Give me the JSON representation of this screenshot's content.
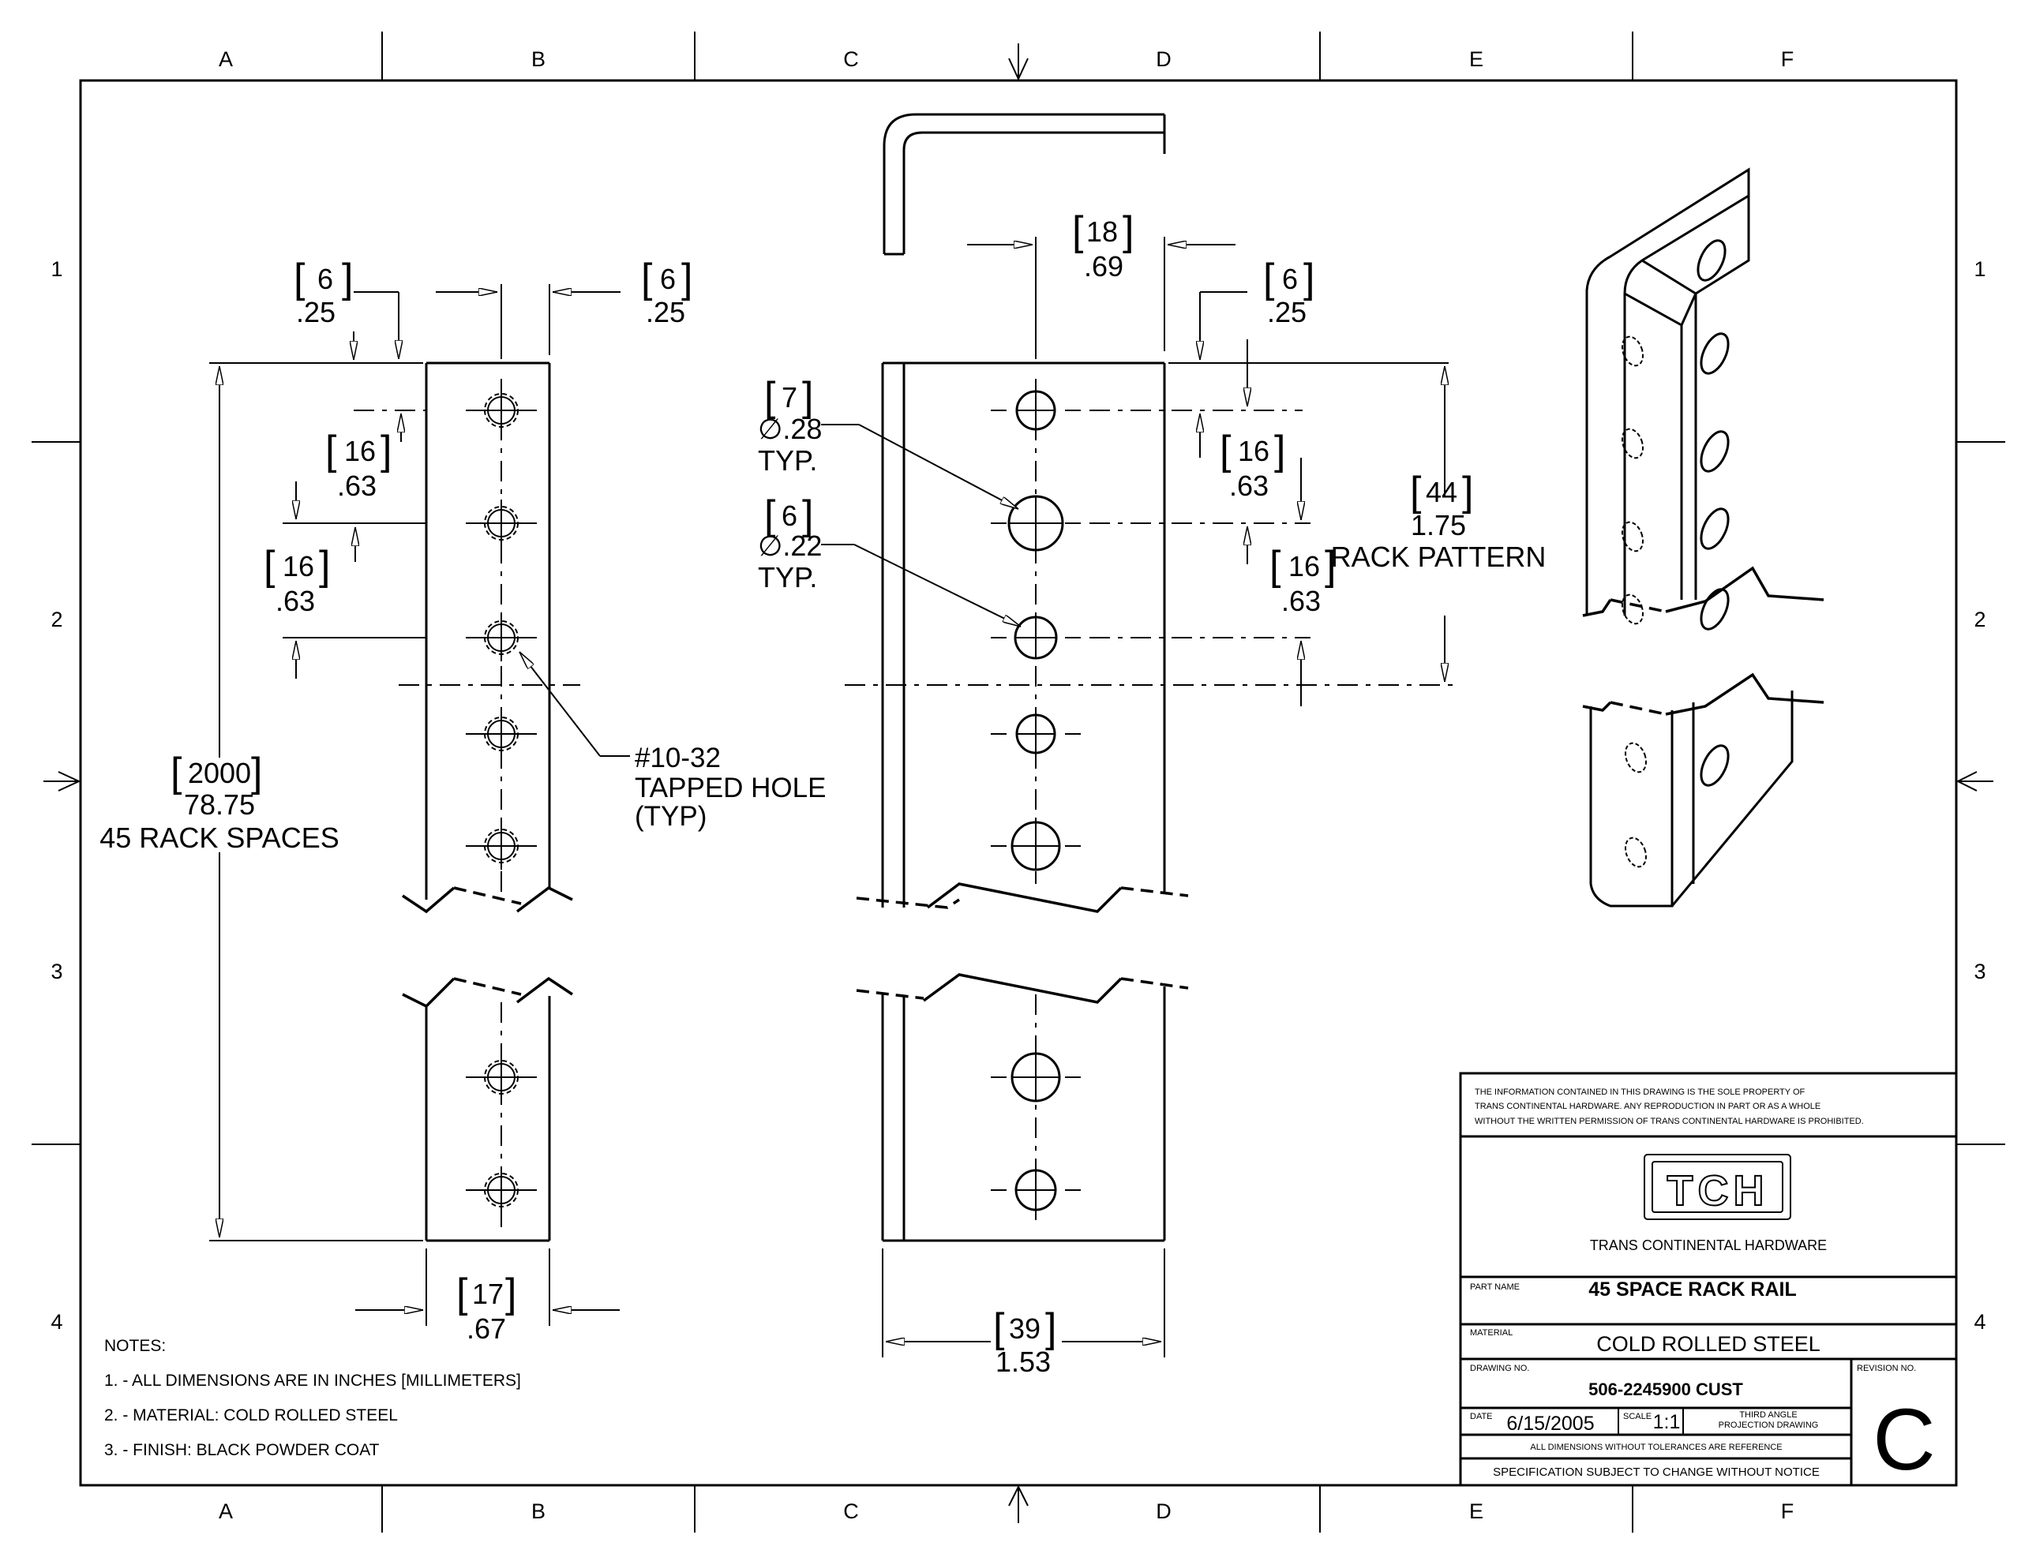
{
  "zones": {
    "columns": [
      "A",
      "B",
      "C",
      "D",
      "E",
      "F"
    ],
    "rows": [
      "1",
      "2",
      "3",
      "4"
    ]
  },
  "front_view": {
    "top_left_dim": {
      "mm": "6",
      "inch": ".25"
    },
    "top_right_dim": {
      "mm": "6",
      "inch": ".25"
    },
    "pitch_dim_1": {
      "mm": "16",
      "inch": ".63"
    },
    "pitch_dim_2": {
      "mm": "16",
      "inch": ".63"
    },
    "length_dim": {
      "mm": "2000",
      "inch": "78.75",
      "note": "45 RACK SPACES"
    },
    "width_dim": {
      "mm": "17",
      "inch": ".67"
    },
    "callout": [
      "#10-32",
      "TAPPED HOLE",
      "(TYP)"
    ]
  },
  "side_view": {
    "top_dim": {
      "mm": "18",
      "inch": ".69"
    },
    "right_offset_dim": {
      "mm": "6",
      "inch": ".25"
    },
    "hole_a": {
      "mm": "7",
      "dia": "∅.28",
      "typ": "TYP."
    },
    "hole_b": {
      "mm": "6",
      "dia": "∅.22",
      "typ": "TYP."
    },
    "pitch_dim_1": {
      "mm": "16",
      "inch": ".63"
    },
    "pitch_dim_2": {
      "mm": "16",
      "inch": ".63"
    },
    "rack_pattern_dim": {
      "mm": "44",
      "inch": "1.75",
      "label": "RACK PATTERN"
    },
    "width_dim": {
      "mm": "39",
      "inch": "1.53"
    }
  },
  "notes": {
    "heading": "NOTES:",
    "items": [
      "1. - ALL DIMENSIONS ARE IN INCHES [MILLIMETERS]",
      "2. - MATERIAL: COLD ROLLED STEEL",
      "3. - FINISH: BLACK POWDER COAT"
    ]
  },
  "title_block": {
    "proprietary": [
      "THE INFORMATION CONTAINED IN THIS DRAWING IS THE SOLE PROPERTY OF",
      "TRANS CONTINENTAL HARDWARE.  ANY REPRODUCTION IN PART OR AS A WHOLE",
      "WITHOUT THE WRITTEN PERMISSION OF TRANS CONTINENTAL HARDWARE IS PROHIBITED."
    ],
    "logo_text": "TCH",
    "company": "TRANS CONTINENTAL HARDWARE",
    "part_name_label": "PART NAME",
    "part_name": "45 SPACE RACK RAIL",
    "material_label": "MATERIAL",
    "material": "COLD ROLLED STEEL",
    "drawing_no_label": "DRAWING NO.",
    "drawing_no": "506-2245900 CUST",
    "revision_label": "REVISION NO.",
    "revision": "C",
    "date_label": "DATE",
    "date": "6/15/2005",
    "scale_label": "SCALE",
    "scale": "1:1",
    "projection": [
      "THIRD ANGLE",
      "PROJECTION DRAWING"
    ],
    "tolerance_note": "ALL DIMENSIONS WITHOUT TOLERANCES ARE REFERENCE",
    "spec_note": "SPECIFICATION SUBJECT TO CHANGE WITHOUT NOTICE"
  }
}
